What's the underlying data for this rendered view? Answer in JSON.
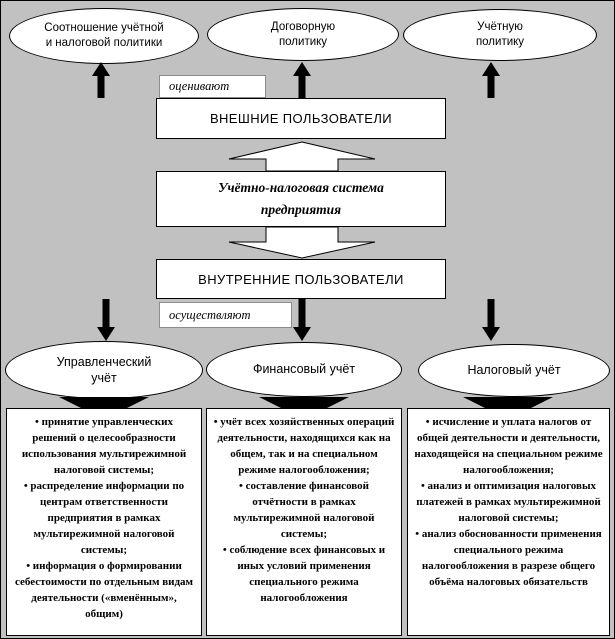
{
  "colors": {
    "background": "#c1c1c1",
    "shape_fill": "#ffffff",
    "line": "#000000"
  },
  "top_ellipses": [
    {
      "label": "Соотношение учётной\nи налоговой политики"
    },
    {
      "label": "Договорную\nполитику"
    },
    {
      "label": "Учётную\nполитику"
    }
  ],
  "evaluate_label": "оценивают",
  "external_users_label": "ВНЕШНИЕ ПОЛЬЗОВАТЕЛИ",
  "system_label": "Учётно-налоговая система\nпредприятия",
  "internal_users_label": "ВНУТРЕННИЕ ПОЛЬЗОВАТЕЛИ",
  "perform_label": "осуществляют",
  "bottom_ellipses": [
    {
      "label": "Управленческий\nучёт"
    },
    {
      "label": "Финансовый учёт"
    },
    {
      "label": "Налоговый учёт"
    }
  ],
  "detail_boxes": [
    {
      "bullets": [
        "• принятие управленческих решений о целесообразности использования мультирежимной налоговой системы;",
        "• распределение информации по центрам ответственности предприятия в рамках мультирежимной налоговой системы;",
        "• информация о формировании себестоимости по отдельным видам деятельности («вменённым», общим)"
      ]
    },
    {
      "bullets": [
        "• учёт всех хозяйственных операций деятельности, находящихся как на общем, так и на специальном режиме налогообложения;",
        "• составление финансовой отчётности в рамках мультирежимной налоговой системы;",
        "• соблюдение всех финансовых и иных условий применения специального режима налогообложения"
      ]
    },
    {
      "bullets": [
        "• исчисление и уплата налогов от общей деятельности и деятельности, находящейся на специальном режиме налогообложения;",
        "• анализ и оптимизация налоговых платежей в рамках мультирежимной налоговой системы;",
        "• анализ обоснованности применения специального режима налогообложения в разрезе общего объёма налоговых обязательств"
      ]
    }
  ]
}
